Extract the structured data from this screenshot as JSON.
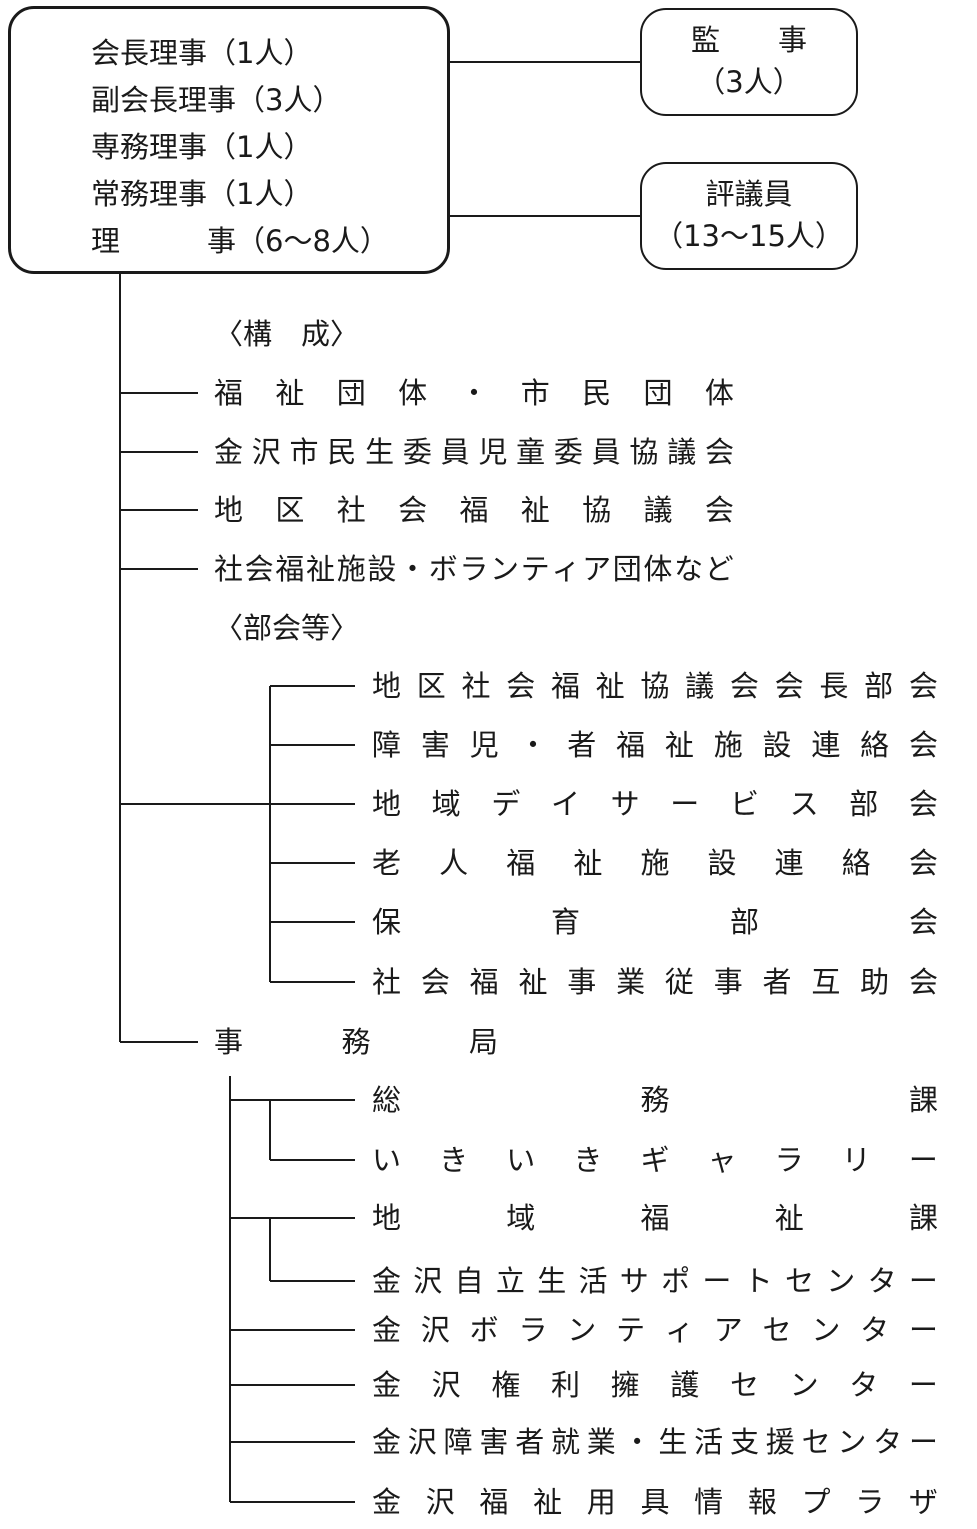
{
  "officers": [
    "会長理事（1人）",
    "副会長理事（3人）",
    "専務理事（1人）",
    "常務理事（1人）",
    "理　　　事（6～8人）"
  ],
  "auditor": {
    "title": "監　　事",
    "count": "（3人）"
  },
  "council": {
    "title": "評議員",
    "count": "（13～15人）"
  },
  "composition": {
    "heading": "〈構　成〉",
    "items": [
      "福祉団体・市民団体",
      "金沢市民生委員児童委員協議会",
      "地区社会福祉協議会",
      "社会福祉施設・ボランティア団体など"
    ]
  },
  "subcommittees": {
    "heading": "〈部会等〉",
    "items": [
      "地区社会福祉協議会会長部会",
      "障害児・者福祉施設連絡会",
      "地域デイサービス部会",
      "老人福祉施設連絡会",
      "保育部会",
      "社会福祉事業従事者互助会"
    ]
  },
  "secretariat": {
    "label": "事務局",
    "departments": [
      {
        "name": "総務課",
        "sub": [
          "いきいきギャラリー"
        ]
      },
      {
        "name": "地域福祉課",
        "sub": [
          "金沢自立生活サポートセンター"
        ]
      },
      {
        "name": "金沢ボランティアセンター",
        "sub": []
      },
      {
        "name": "金沢権利擁護センター",
        "sub": []
      },
      {
        "name": "金沢障害者就業・生活支援センター",
        "sub": []
      },
      {
        "name": "金沢福祉用具情報プラザ",
        "sub": []
      }
    ]
  }
}
